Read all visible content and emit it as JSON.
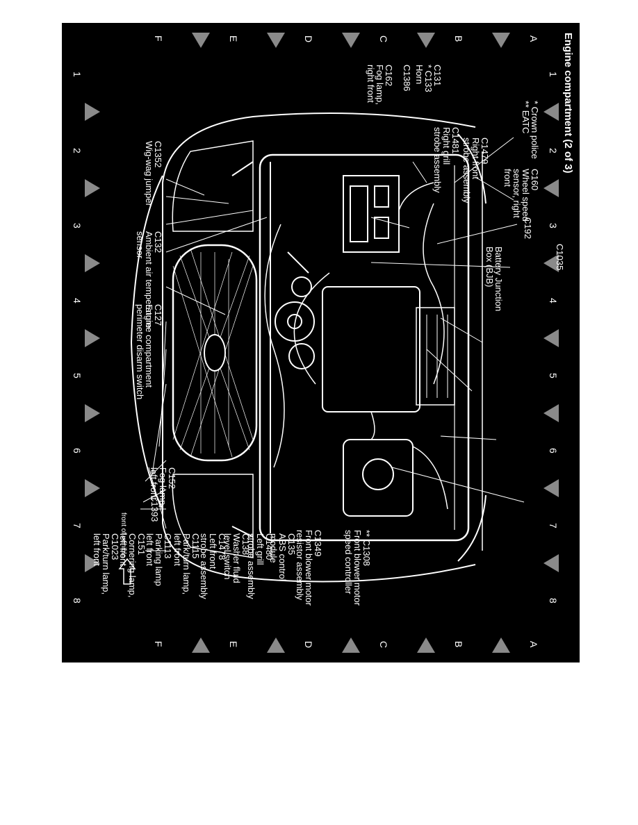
{
  "title": "Engine compartment (2 of 3)",
  "legend_note": "* Crown police\n** EATC",
  "grid": {
    "columns": [
      "1",
      "2",
      "3",
      "4",
      "5",
      "6",
      "7",
      "8"
    ],
    "rows": [
      "A",
      "B",
      "C",
      "D",
      "E",
      "F"
    ]
  },
  "front_of_vehicle": "front of vehicle",
  "labels": {
    "c160": "C160\nWheel speed\nsensor, right\nfront",
    "c192": "C192",
    "c1035": "C1035",
    "bjb": "Battery Junction\nBox (BJB)",
    "c1479": "C1479\nRight front\nstrobe assembly",
    "c1481": "C1481\nRight grill\nstrobe assembly",
    "c131_c133": "C131\n* C133\nHorn",
    "c1386": "C1386",
    "c162": "C162\nFog lamp,\nright front",
    "c1352": "C1352\nWig-wag jumper",
    "c132": "C132\nAmbient air temperature\nsensor",
    "c127": "C127\nEngine compartment\nperimeter disarm switch",
    "c1308": "** C1308\nFront blower motor\nspeed controller",
    "c1349": "C1349\nFront blower motor\nresistor assembly",
    "c135": "C135\nABS control\nmodule",
    "c1480": "C1480\nLeft grill\nstrobe assembly",
    "c138": "C138\nWasher fluid\nlevel switch",
    "c1478": "C1478\nLeft front\nstrobe assembly",
    "c1115": "C1115\nPark/turn lamp,\nleft front",
    "c1113": "C1113\nParking lamp\nleft front",
    "c151": "C151\nCornering lamp,\nleft front",
    "c1023": "C1023\nPark/turn lamp,\nleft front",
    "c1393": "C1393",
    "c152": "C152\nFog lamp,\nleft front"
  }
}
